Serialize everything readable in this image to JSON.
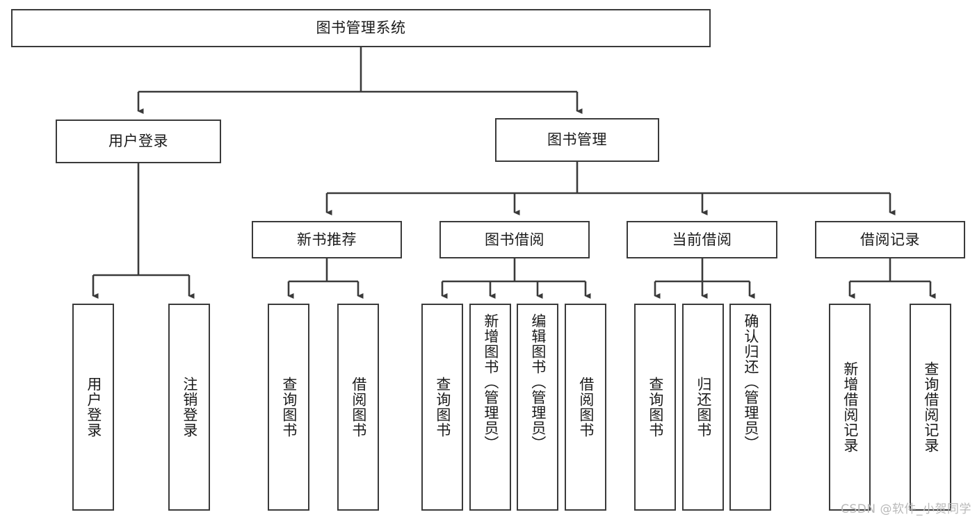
{
  "diagram": {
    "type": "tree",
    "title": "图书管理系统",
    "watermark": "CSDN @软件_小贺同学",
    "colors": {
      "box_border": "#3a3a3a",
      "box_fill": "#ffffff",
      "connector": "#3a3a3a",
      "text": "#1a1a1a",
      "watermark": "#b9b9b9"
    },
    "root": {
      "label": "图书管理系统"
    },
    "level2": [
      {
        "label": "用户登录"
      },
      {
        "label": "图书管理"
      }
    ],
    "level3": [
      {
        "label": "新书推荐"
      },
      {
        "label": "图书借阅"
      },
      {
        "label": "当前借阅"
      },
      {
        "label": "借阅记录"
      }
    ],
    "leaves": {
      "user_login": [
        {
          "label": "用户登录"
        },
        {
          "label": "注销登录"
        }
      ],
      "new_book": [
        {
          "label": "查询图书"
        },
        {
          "label": "借阅图书"
        }
      ],
      "book_borrow": [
        {
          "label": "查询图书"
        },
        {
          "label": "新增图书（管理员）"
        },
        {
          "label": "编辑图书（管理员）"
        },
        {
          "label": "借阅图书"
        }
      ],
      "current_borrow": [
        {
          "label": "查询图书"
        },
        {
          "label": "归还图书"
        },
        {
          "label": "确认归还（管理员）"
        }
      ],
      "borrow_record": [
        {
          "label": "新增借阅记录"
        },
        {
          "label": "查询借阅记录"
        }
      ]
    }
  }
}
